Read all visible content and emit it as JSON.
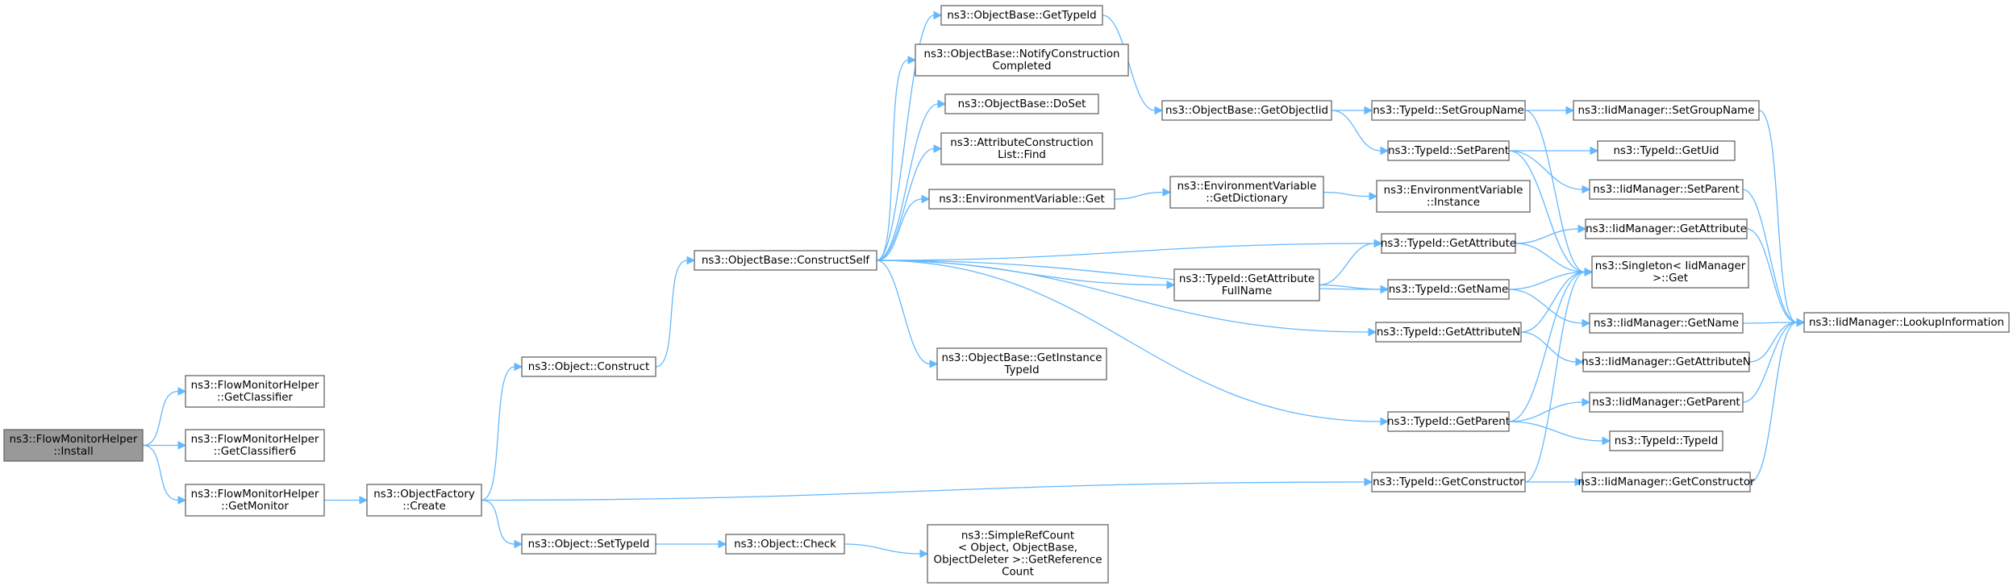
{
  "graph": {
    "nodes": [
      {
        "id": "install",
        "lines": [
          "ns3::FlowMonitorHelper",
          "::Install"
        ],
        "root": true
      },
      {
        "id": "getClassifier",
        "lines": [
          "ns3::FlowMonitorHelper",
          "::GetClassifier"
        ]
      },
      {
        "id": "getClassifier6",
        "lines": [
          "ns3::FlowMonitorHelper",
          "::GetClassifier6"
        ]
      },
      {
        "id": "getMonitor",
        "lines": [
          "ns3::FlowMonitorHelper",
          "::GetMonitor"
        ]
      },
      {
        "id": "factoryCreate",
        "lines": [
          "ns3::ObjectFactory",
          "::Create"
        ]
      },
      {
        "id": "objConstruct",
        "lines": [
          "ns3::Object::Construct"
        ]
      },
      {
        "id": "objSetTypeId",
        "lines": [
          "ns3::Object::SetTypeId"
        ]
      },
      {
        "id": "constructSelf",
        "lines": [
          "ns3::ObjectBase::ConstructSelf"
        ]
      },
      {
        "id": "objCheck",
        "lines": [
          "ns3::Object::Check"
        ]
      },
      {
        "id": "obGetTypeId",
        "lines": [
          "ns3::ObjectBase::GetTypeId"
        ]
      },
      {
        "id": "obNotify",
        "lines": [
          "ns3::ObjectBase::NotifyConstruction",
          "Completed"
        ]
      },
      {
        "id": "obDoSet",
        "lines": [
          "ns3::ObjectBase::DoSet"
        ]
      },
      {
        "id": "attrFind",
        "lines": [
          "ns3::AttributeConstruction",
          "List::Find"
        ]
      },
      {
        "id": "envGet",
        "lines": [
          "ns3::EnvironmentVariable::Get"
        ]
      },
      {
        "id": "obGetInstance",
        "lines": [
          "ns3::ObjectBase::GetInstance",
          "TypeId"
        ]
      },
      {
        "id": "simpleRef",
        "lines": [
          "ns3::SimpleRefCount",
          "< Object, ObjectBase,",
          "ObjectDeleter >::GetReference",
          "Count"
        ]
      },
      {
        "id": "obGetObjectIid",
        "lines": [
          "ns3::ObjectBase::GetObjectIid"
        ]
      },
      {
        "id": "envGetDict",
        "lines": [
          "ns3::EnvironmentVariable",
          "::GetDictionary"
        ]
      },
      {
        "id": "tidGetAttrFull",
        "lines": [
          "ns3::TypeId::GetAttribute",
          "FullName"
        ]
      },
      {
        "id": "tidSetGroupName",
        "lines": [
          "ns3::TypeId::SetGroupName"
        ]
      },
      {
        "id": "tidSetParent",
        "lines": [
          "ns3::TypeId::SetParent"
        ]
      },
      {
        "id": "envInstance",
        "lines": [
          "ns3::EnvironmentVariable",
          "::Instance"
        ]
      },
      {
        "id": "tidGetAttribute",
        "lines": [
          "ns3::TypeId::GetAttribute"
        ]
      },
      {
        "id": "tidGetName",
        "lines": [
          "ns3::TypeId::GetName"
        ]
      },
      {
        "id": "tidGetAttributeN",
        "lines": [
          "ns3::TypeId::GetAttributeN"
        ]
      },
      {
        "id": "tidGetParent",
        "lines": [
          "ns3::TypeId::GetParent"
        ]
      },
      {
        "id": "tidGetConstructor",
        "lines": [
          "ns3::TypeId::GetConstructor"
        ]
      },
      {
        "id": "iidSetGroupName",
        "lines": [
          "ns3::IidManager::SetGroupName"
        ]
      },
      {
        "id": "tidGetUid",
        "lines": [
          "ns3::TypeId::GetUid"
        ]
      },
      {
        "id": "iidSetParent",
        "lines": [
          "ns3::IidManager::SetParent"
        ]
      },
      {
        "id": "iidGetAttribute",
        "lines": [
          "ns3::IidManager::GetAttribute"
        ]
      },
      {
        "id": "singletonGet",
        "lines": [
          "ns3::Singleton< IidManager",
          ">::Get"
        ]
      },
      {
        "id": "iidGetName",
        "lines": [
          "ns3::IidManager::GetName"
        ]
      },
      {
        "id": "iidGetAttributeN",
        "lines": [
          "ns3::IidManager::GetAttributeN"
        ]
      },
      {
        "id": "iidGetParent",
        "lines": [
          "ns3::IidManager::GetParent"
        ]
      },
      {
        "id": "tidTypeId",
        "lines": [
          "ns3::TypeId::TypeId"
        ]
      },
      {
        "id": "iidGetConstructor",
        "lines": [
          "ns3::IidManager::GetConstructor"
        ]
      },
      {
        "id": "iidLookup",
        "lines": [
          "ns3::IidManager::LookupInformation"
        ]
      }
    ],
    "edges": [
      {
        "from": "install",
        "to": "getClassifier"
      },
      {
        "from": "install",
        "to": "getClassifier6"
      },
      {
        "from": "install",
        "to": "getMonitor"
      },
      {
        "from": "getMonitor",
        "to": "factoryCreate"
      },
      {
        "from": "factoryCreate",
        "to": "objConstruct"
      },
      {
        "from": "factoryCreate",
        "to": "objSetTypeId"
      },
      {
        "from": "factoryCreate",
        "to": "tidGetConstructor"
      },
      {
        "from": "objConstruct",
        "to": "constructSelf"
      },
      {
        "from": "objSetTypeId",
        "to": "objCheck"
      },
      {
        "from": "objCheck",
        "to": "simpleRef"
      },
      {
        "from": "constructSelf",
        "to": "obGetTypeId"
      },
      {
        "from": "constructSelf",
        "to": "obNotify"
      },
      {
        "from": "constructSelf",
        "to": "obDoSet"
      },
      {
        "from": "constructSelf",
        "to": "attrFind"
      },
      {
        "from": "constructSelf",
        "to": "envGet"
      },
      {
        "from": "constructSelf",
        "to": "tidGetAttribute"
      },
      {
        "from": "constructSelf",
        "to": "tidGetAttrFull"
      },
      {
        "from": "constructSelf",
        "to": "tidGetAttributeN"
      },
      {
        "from": "constructSelf",
        "to": "obGetInstance"
      },
      {
        "from": "constructSelf",
        "to": "tidGetName"
      },
      {
        "from": "constructSelf",
        "to": "tidGetParent"
      },
      {
        "from": "obGetTypeId",
        "to": "obGetObjectIid"
      },
      {
        "from": "obGetObjectIid",
        "to": "tidSetGroupName"
      },
      {
        "from": "obGetObjectIid",
        "to": "tidSetParent"
      },
      {
        "from": "envGet",
        "to": "envGetDict"
      },
      {
        "from": "envGetDict",
        "to": "envInstance"
      },
      {
        "from": "tidGetAttrFull",
        "to": "tidGetAttribute"
      },
      {
        "from": "tidGetAttrFull",
        "to": "tidGetName"
      },
      {
        "from": "tidSetGroupName",
        "to": "iidSetGroupName"
      },
      {
        "from": "tidSetGroupName",
        "to": "singletonGet"
      },
      {
        "from": "tidSetParent",
        "to": "tidGetUid"
      },
      {
        "from": "tidSetParent",
        "to": "iidSetParent"
      },
      {
        "from": "tidSetParent",
        "to": "singletonGet"
      },
      {
        "from": "tidGetAttribute",
        "to": "iidGetAttribute"
      },
      {
        "from": "tidGetAttribute",
        "to": "singletonGet"
      },
      {
        "from": "tidGetName",
        "to": "singletonGet"
      },
      {
        "from": "tidGetName",
        "to": "iidGetName"
      },
      {
        "from": "tidGetAttributeN",
        "to": "singletonGet"
      },
      {
        "from": "tidGetAttributeN",
        "to": "iidGetAttributeN"
      },
      {
        "from": "tidGetParent",
        "to": "singletonGet"
      },
      {
        "from": "tidGetParent",
        "to": "iidGetParent"
      },
      {
        "from": "tidGetParent",
        "to": "tidTypeId"
      },
      {
        "from": "tidGetConstructor",
        "to": "singletonGet"
      },
      {
        "from": "tidGetConstructor",
        "to": "iidGetConstructor"
      },
      {
        "from": "iidSetGroupName",
        "to": "iidLookup"
      },
      {
        "from": "iidSetParent",
        "to": "iidLookup"
      },
      {
        "from": "iidGetAttribute",
        "to": "iidLookup"
      },
      {
        "from": "iidGetName",
        "to": "iidLookup"
      },
      {
        "from": "iidGetAttributeN",
        "to": "iidLookup"
      },
      {
        "from": "iidGetParent",
        "to": "iidLookup"
      },
      {
        "from": "iidGetConstructor",
        "to": "iidLookup"
      }
    ]
  },
  "colors": {
    "edge": "#63b8ff",
    "node_border": "#666666",
    "root_fill": "#999999"
  }
}
